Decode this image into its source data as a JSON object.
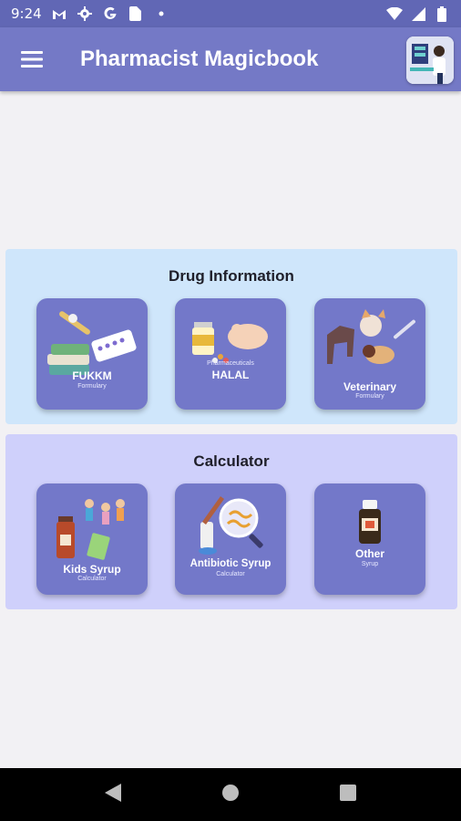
{
  "status_bar": {
    "time": "9:24"
  },
  "app_bar": {
    "title": "Pharmacist Magicbook"
  },
  "sections": {
    "drug": {
      "title": "Drug Information",
      "cards": [
        {
          "label": "FUKKM",
          "sub": "Formulary"
        },
        {
          "label": "HALAL",
          "top": "Pharmaceuticals"
        },
        {
          "label": "Veterinary",
          "sub": "Formulary"
        }
      ]
    },
    "calc": {
      "title": "Calculator",
      "cards": [
        {
          "label": "Kids Syrup",
          "sub": "Calculator"
        },
        {
          "label": "Antibiotic Syrup",
          "sub": "Calculator"
        },
        {
          "label": "Other",
          "sub": "Syrup"
        }
      ]
    }
  },
  "colors": {
    "status_bar": "#6167b5",
    "app_bar": "#7479c6",
    "card": "#7378c9",
    "drug_bg": "#cfe6fb",
    "calc_bg": "#cfd0fb"
  }
}
